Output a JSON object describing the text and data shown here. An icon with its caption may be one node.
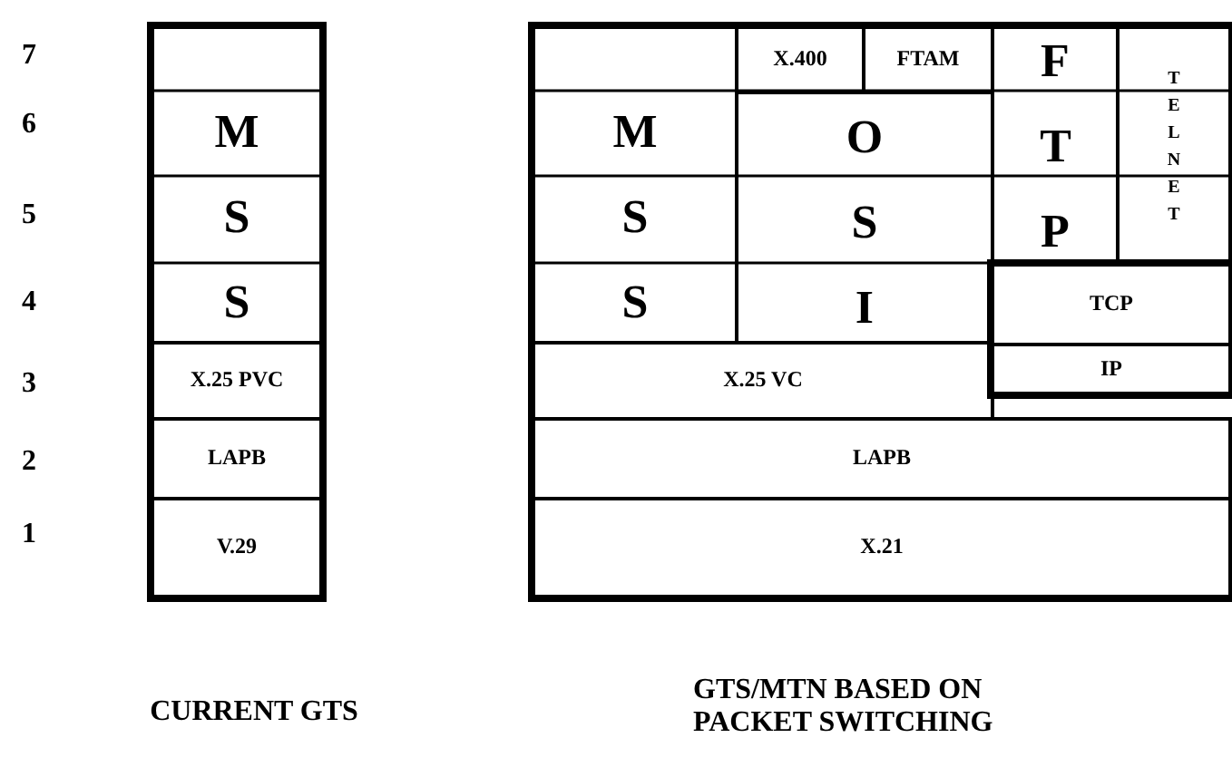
{
  "diagram": {
    "nodes": [
      {
        "text": [
          "M S S"
        ]
      },
      {
        "text": [
          "X.25 PVC"
        ]
      },
      {
        "text": [
          "LAPB"
        ]
      },
      {
        "text": [
          "V.29"
        ]
      },
      {
        "text": [
          "M S S"
        ]
      },
      {
        "text": [
          "X.400"
        ]
      },
      {
        "text": [
          "FTAM"
        ]
      },
      {
        "text": [
          "O S I"
        ]
      },
      {
        "text": [
          "F T P"
        ]
      },
      {
        "text": [
          "T E L N E T"
        ]
      },
      {
        "text": [
          "TCP"
        ]
      },
      {
        "text": [
          "IP"
        ]
      },
      {
        "text": [
          "X.25 VC"
        ]
      },
      {
        "text": [
          "LAPB"
        ]
      },
      {
        "text": [
          "X.21"
        ]
      }
    ],
    "edges": [],
    "labels": [
      "7",
      "6",
      "5",
      "4",
      "3",
      "2",
      "1",
      "CURRENT GTS",
      "GTS/MTN BASED ON PACKET SWITCHING"
    ]
  }
}
